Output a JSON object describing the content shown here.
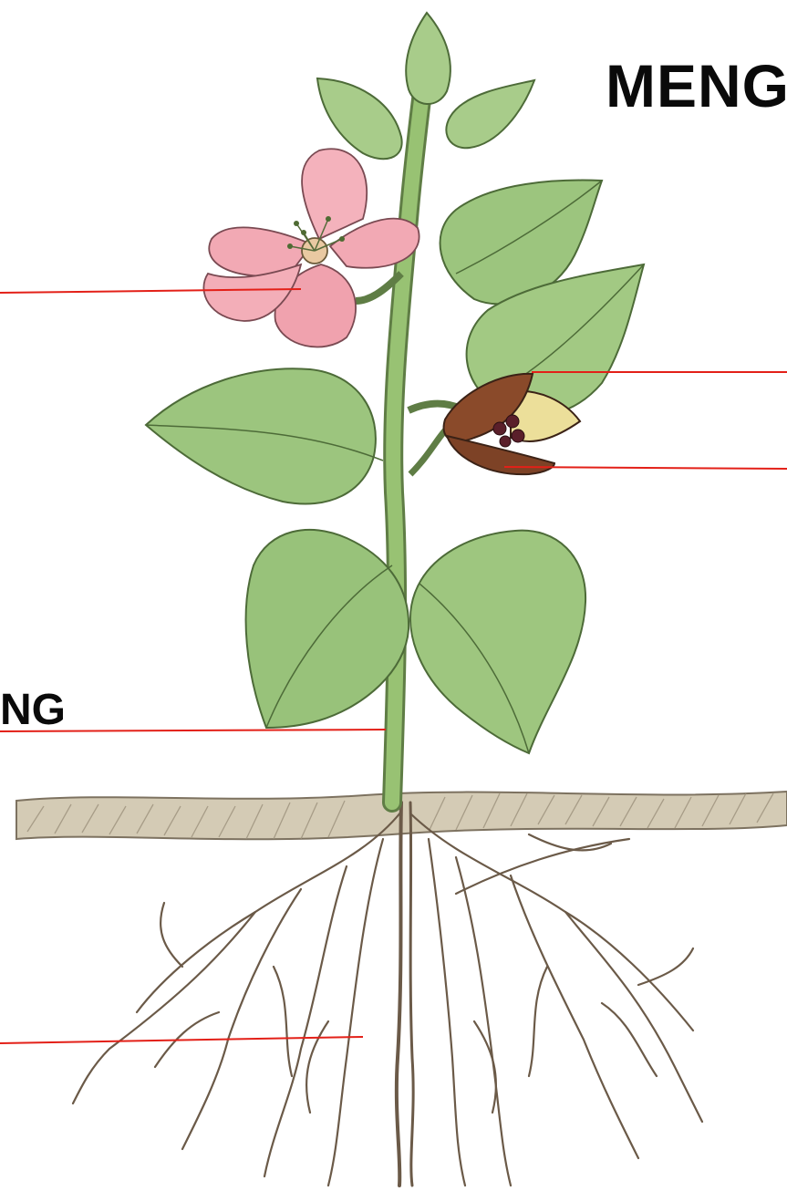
{
  "title": "MENG",
  "labels": {
    "stem": "NG"
  },
  "colors": {
    "leader_line": "#e32018",
    "leaf": "#9cc57e",
    "leaf_dark": "#6f9a55",
    "stem": "#86b065",
    "flower": "#f2a9b4",
    "seed_pod": "#8a4a2a",
    "soil": "#b8ad96",
    "root": "#6b5a48"
  },
  "icons": [
    "flower-illustration",
    "leaf-illustration",
    "seed-pod-illustration",
    "root-illustration",
    "soil-illustration"
  ]
}
